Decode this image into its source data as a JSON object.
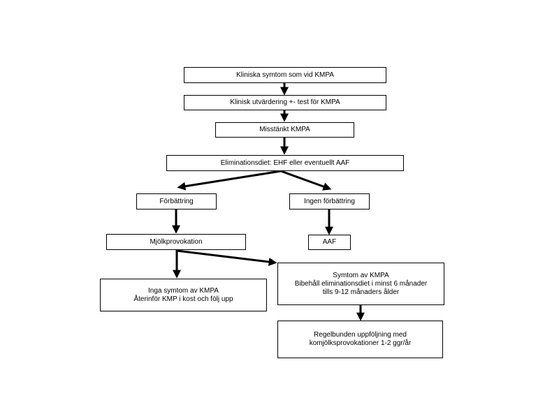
{
  "flowchart": {
    "nodes": {
      "kliniska_symtom": {
        "lines": [
          "Kliniska symtom som vid KMPA"
        ]
      },
      "klinisk_utvardering": {
        "lines": [
          "Klinisk utvärdering +- test för KMPA"
        ]
      },
      "misstankt": {
        "lines": [
          "Misstänkt KMPA"
        ]
      },
      "eliminationsdiet": {
        "lines": [
          "Eliminationsdiet: EHF eller eventuellt AAF"
        ]
      },
      "forbattring": {
        "lines": [
          "Förbättring"
        ]
      },
      "ingen_forbattring": {
        "lines": [
          "Ingen förbättring"
        ]
      },
      "mjolkprovokation": {
        "lines": [
          "Mjölkprovokation"
        ]
      },
      "aaf": {
        "lines": [
          "AAF"
        ]
      },
      "inga_symtom": {
        "lines": [
          "Inga symtom av KMPA",
          "Återinför KMP i kost och följ upp"
        ]
      },
      "symtom": {
        "lines": [
          "Symtom av KMPA",
          "Bibehåll eliminationsdiet i minst 6 månader",
          "tills 9-12 månaders ålder"
        ]
      },
      "regelbunden": {
        "lines": [
          "Regelbunden uppföljning med",
          "komjölksprovokationer 1-2 ggr/år"
        ]
      }
    },
    "edges": [
      {
        "from": "kliniska_symtom",
        "to": "klinisk_utvardering"
      },
      {
        "from": "klinisk_utvardering",
        "to": "misstankt"
      },
      {
        "from": "misstankt",
        "to": "eliminationsdiet"
      },
      {
        "from": "eliminationsdiet",
        "to": "forbattring"
      },
      {
        "from": "eliminationsdiet",
        "to": "ingen_forbattring"
      },
      {
        "from": "forbattring",
        "to": "mjolkprovokation"
      },
      {
        "from": "ingen_forbattring",
        "to": "aaf"
      },
      {
        "from": "mjolkprovokation",
        "to": "inga_symtom"
      },
      {
        "from": "mjolkprovokation",
        "to": "symtom"
      },
      {
        "from": "symtom",
        "to": "regelbunden"
      }
    ]
  }
}
